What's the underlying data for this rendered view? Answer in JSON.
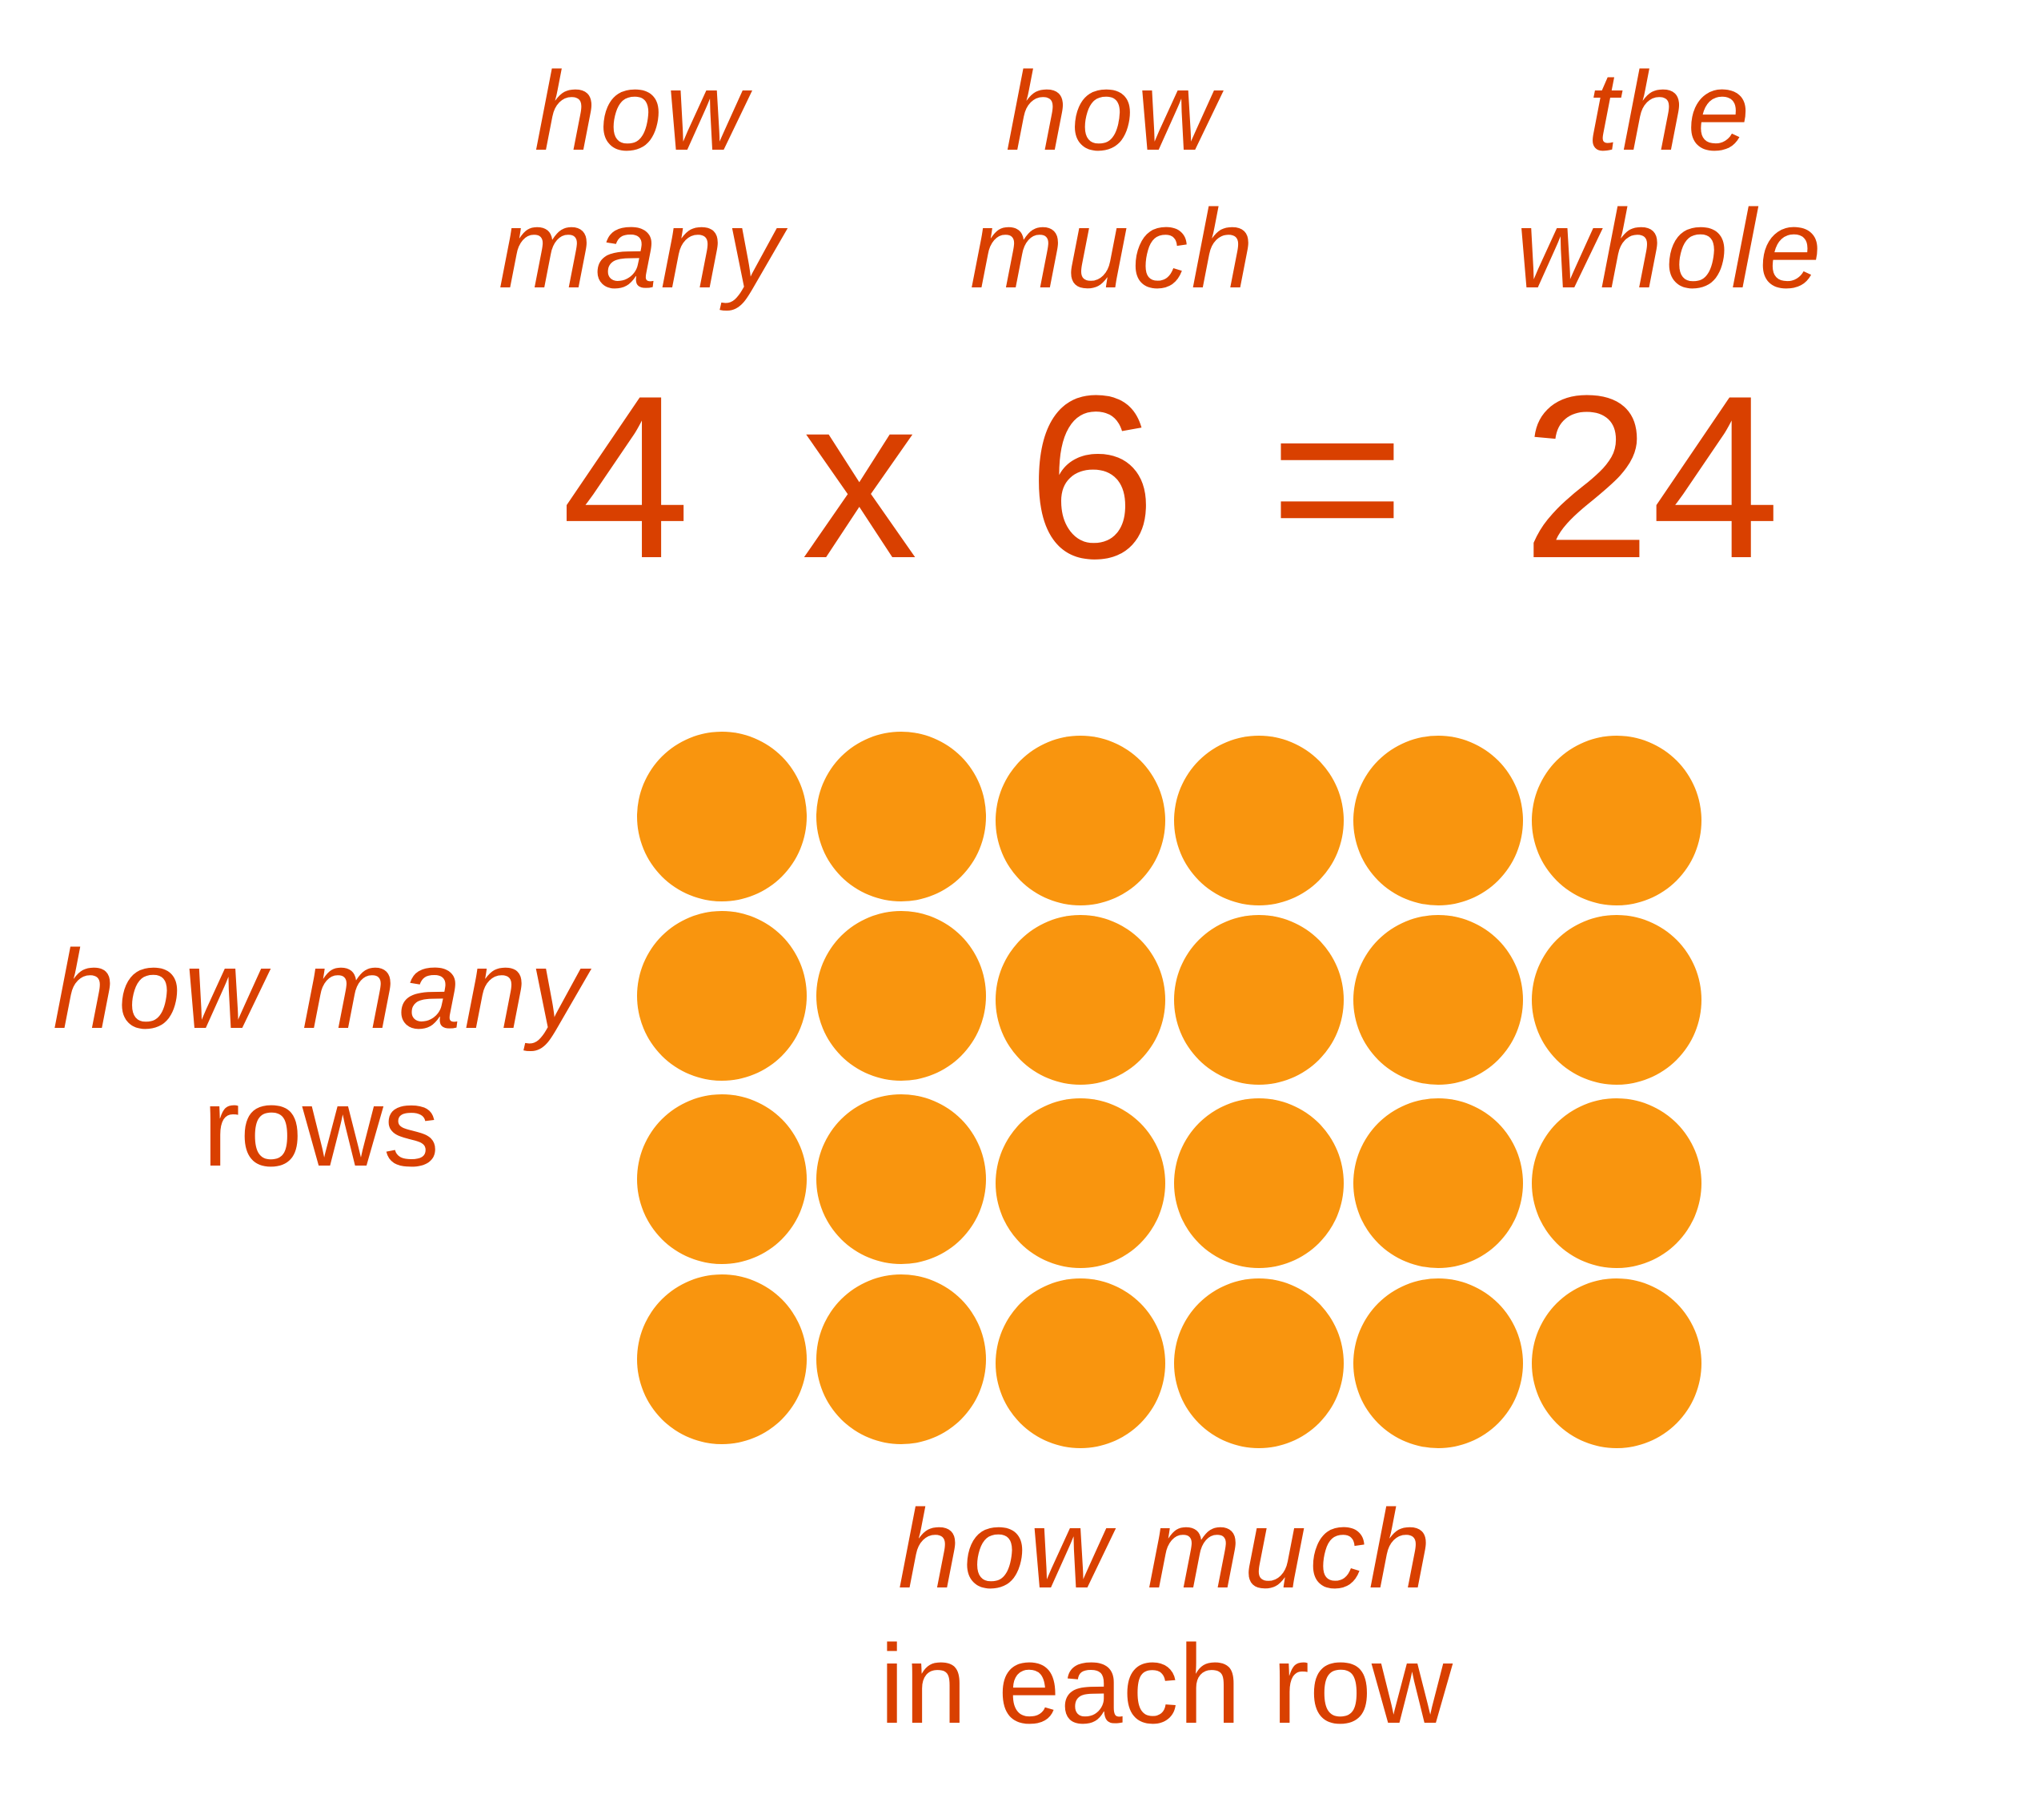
{
  "colors": {
    "text": "#D94000",
    "dots": "#F9950E"
  },
  "headers": [
    {
      "line1": "how",
      "line2": "many"
    },
    {
      "line1": "how",
      "line2": "much"
    },
    {
      "line1": "the",
      "line2": "whole"
    }
  ],
  "equation": {
    "factor1": "4",
    "times": "x",
    "factor2": "6",
    "equals": "=",
    "product": "24"
  },
  "array": {
    "rows": 4,
    "columns": 6
  },
  "row_label": {
    "line1": "how many",
    "line2": "rows"
  },
  "column_label": {
    "line1": "how much",
    "line2": "in each row"
  }
}
